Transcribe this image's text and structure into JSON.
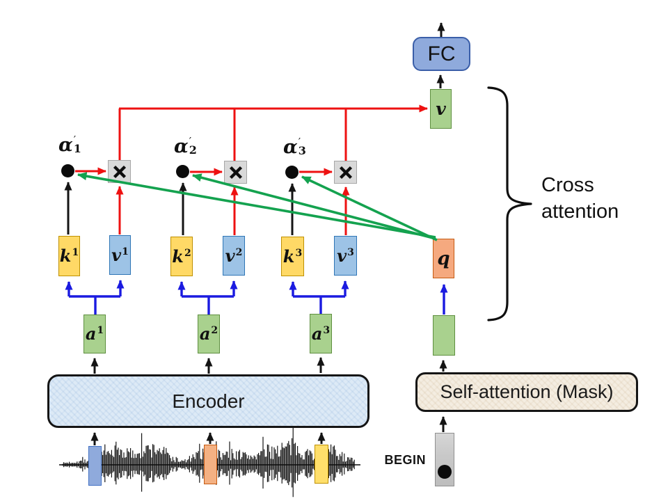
{
  "labels": {
    "fc": "FC",
    "output_vector": "v",
    "query": "q",
    "encoder": "Encoder",
    "self_attention": "Self-attention (Mask)",
    "begin": "BEGIN",
    "cross_attention": [
      "Cross",
      "attention"
    ]
  },
  "alphas": [
    {
      "base": "α",
      "prime": "′",
      "sub": "1"
    },
    {
      "base": "α",
      "prime": "′",
      "sub": "2"
    },
    {
      "base": "α",
      "prime": "′",
      "sub": "3"
    }
  ],
  "keys": [
    {
      "base": "k",
      "sup": "1"
    },
    {
      "base": "k",
      "sup": "2"
    },
    {
      "base": "k",
      "sup": "3"
    }
  ],
  "values": [
    {
      "base": "v",
      "sup": "1"
    },
    {
      "base": "v",
      "sup": "2"
    },
    {
      "base": "v",
      "sup": "3"
    }
  ],
  "activations": [
    {
      "base": "a",
      "sup": "1"
    },
    {
      "base": "a",
      "sup": "2"
    },
    {
      "base": "a",
      "sup": "3"
    }
  ],
  "icons": {
    "multiply": "multiply-cross",
    "attention_weight": "black-dot",
    "begin_token": "black-dot-in-gray-slot"
  },
  "colors": {
    "red_arrow": "#EE1111",
    "green_arrow": "#14A24F",
    "blue_arrow": "#1A1AE0",
    "black": "#141414",
    "k_fill": "#FFD966",
    "k_border": "#BF9000",
    "v_fill": "#9DC3E6",
    "v_border": "#2E75B6",
    "green_fill": "#A9D18E",
    "green_border": "#5E8F3F",
    "q_fill": "#F5A97F",
    "q_border": "#C55A11",
    "fc_fill": "#8FAADC",
    "fc_border": "#3A5EA8",
    "mult_fill": "#D9D9D9",
    "mult_border": "#A6A6A6",
    "encoder_fill": "#DDEAF6",
    "selfattn_fill": "#F4EDE1",
    "begin_fill": "#C9C9C9",
    "begin_border": "#909090",
    "win_blue": "#8FAADC",
    "win_blue_border": "#4472C4",
    "win_orange": "#F4B183",
    "win_orange_border": "#C55A11",
    "win_yellow": "#FFDF6B",
    "win_yellow_border": "#BF9000"
  }
}
